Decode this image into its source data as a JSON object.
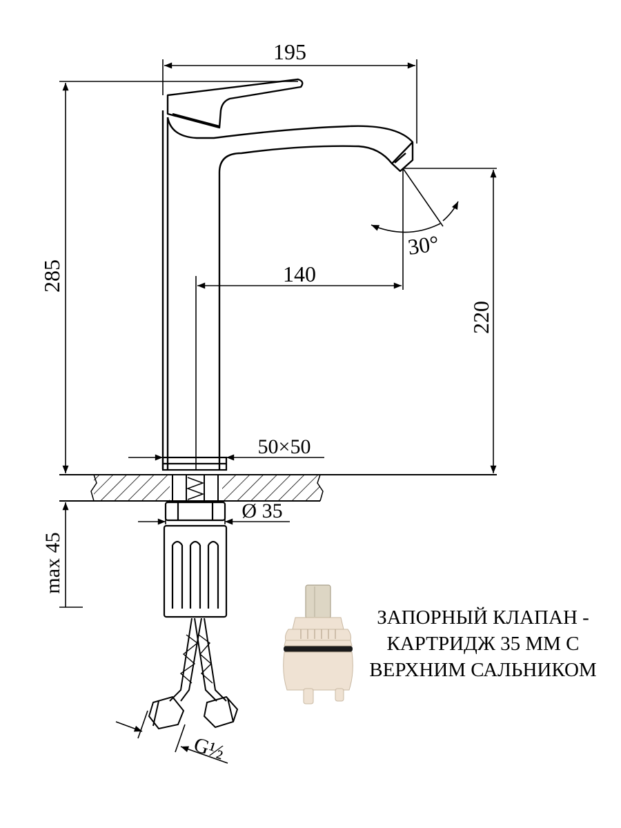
{
  "dimensions": {
    "total_length": "195",
    "total_height": "285",
    "spout_reach": "140",
    "spout_height": "220",
    "spray_angle": "30°",
    "base_size": "50×50",
    "mount_diameter": "Ø 35",
    "max_counter_thickness": "max 45",
    "thread": "G½"
  },
  "caption": {
    "line1": "ЗАПОРНЫЙ КЛАПАН -",
    "line2": "КАРТРИДЖ 35 ММ С",
    "line3": "ВЕРХНИМ САЛЬНИКОМ"
  },
  "colors": {
    "line": "#000000",
    "cartridge_body": "#efe2d3",
    "cartridge_stem": "#ddd6c4",
    "cartridge_ring": "#1a1a1a"
  }
}
